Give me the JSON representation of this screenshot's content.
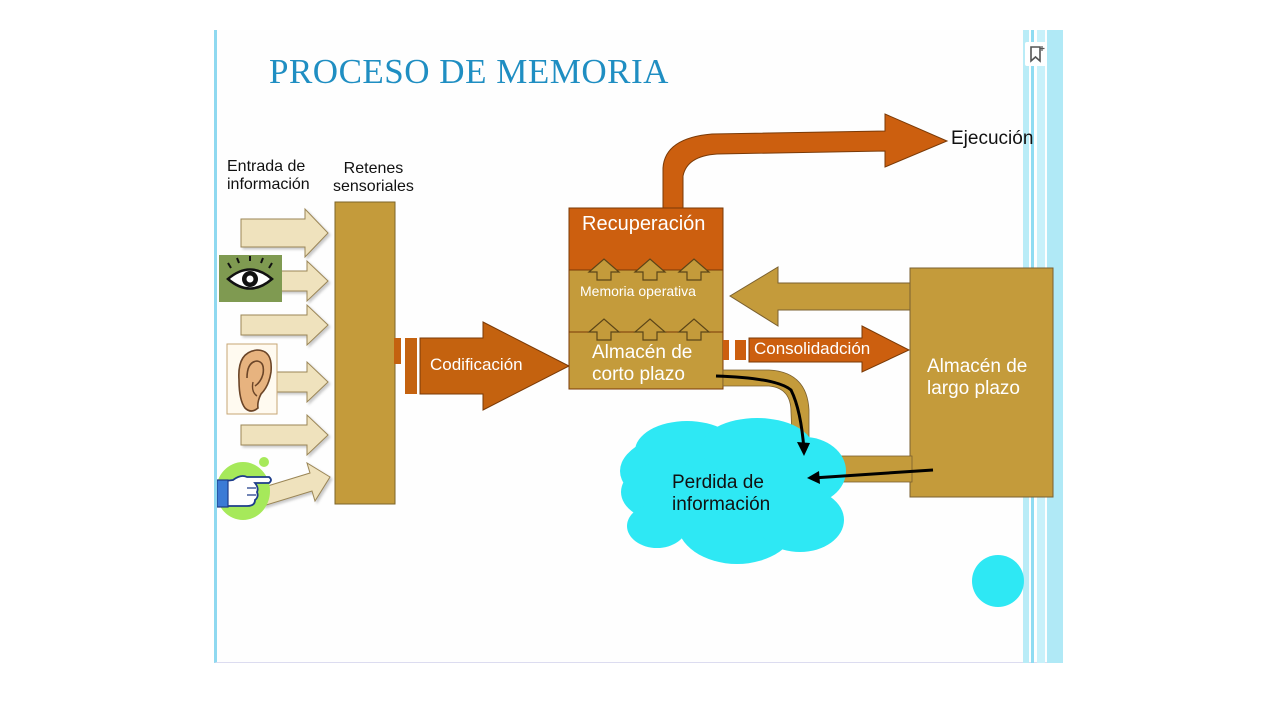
{
  "title": "PROCESO DE MEMORIA",
  "labels": {
    "entrada_line1": "Entrada de",
    "entrada_line2": "información",
    "retenes_line1": "Retenes",
    "retenes_line2": "sensoriales",
    "ejecucion": "Ejecución",
    "recuperacion": "Recuperación",
    "memoria_operativa": "Memoria operativa",
    "codificacion": "Codificación",
    "almacen_corto_line1": "Almacén de",
    "almacen_corto_line2": "corto plazo",
    "consolidacion": "Consolidadción",
    "almacen_largo_line1": "Almacén de",
    "almacen_largo_line2": "largo plazo",
    "perdida_line1": "Perdida de",
    "perdida_line2": "información"
  },
  "icons": [
    "eye-icon",
    "ear-icon",
    "pointing-hand-icon",
    "bookmark-icon"
  ],
  "colors": {
    "title": "#1f8ec2",
    "gold": "#c49b3b",
    "orange": "#cc5f0f",
    "beige_arrow": "#efe2bd",
    "cloud": "#2ee8f4",
    "eye_box": "#7f9a51"
  }
}
